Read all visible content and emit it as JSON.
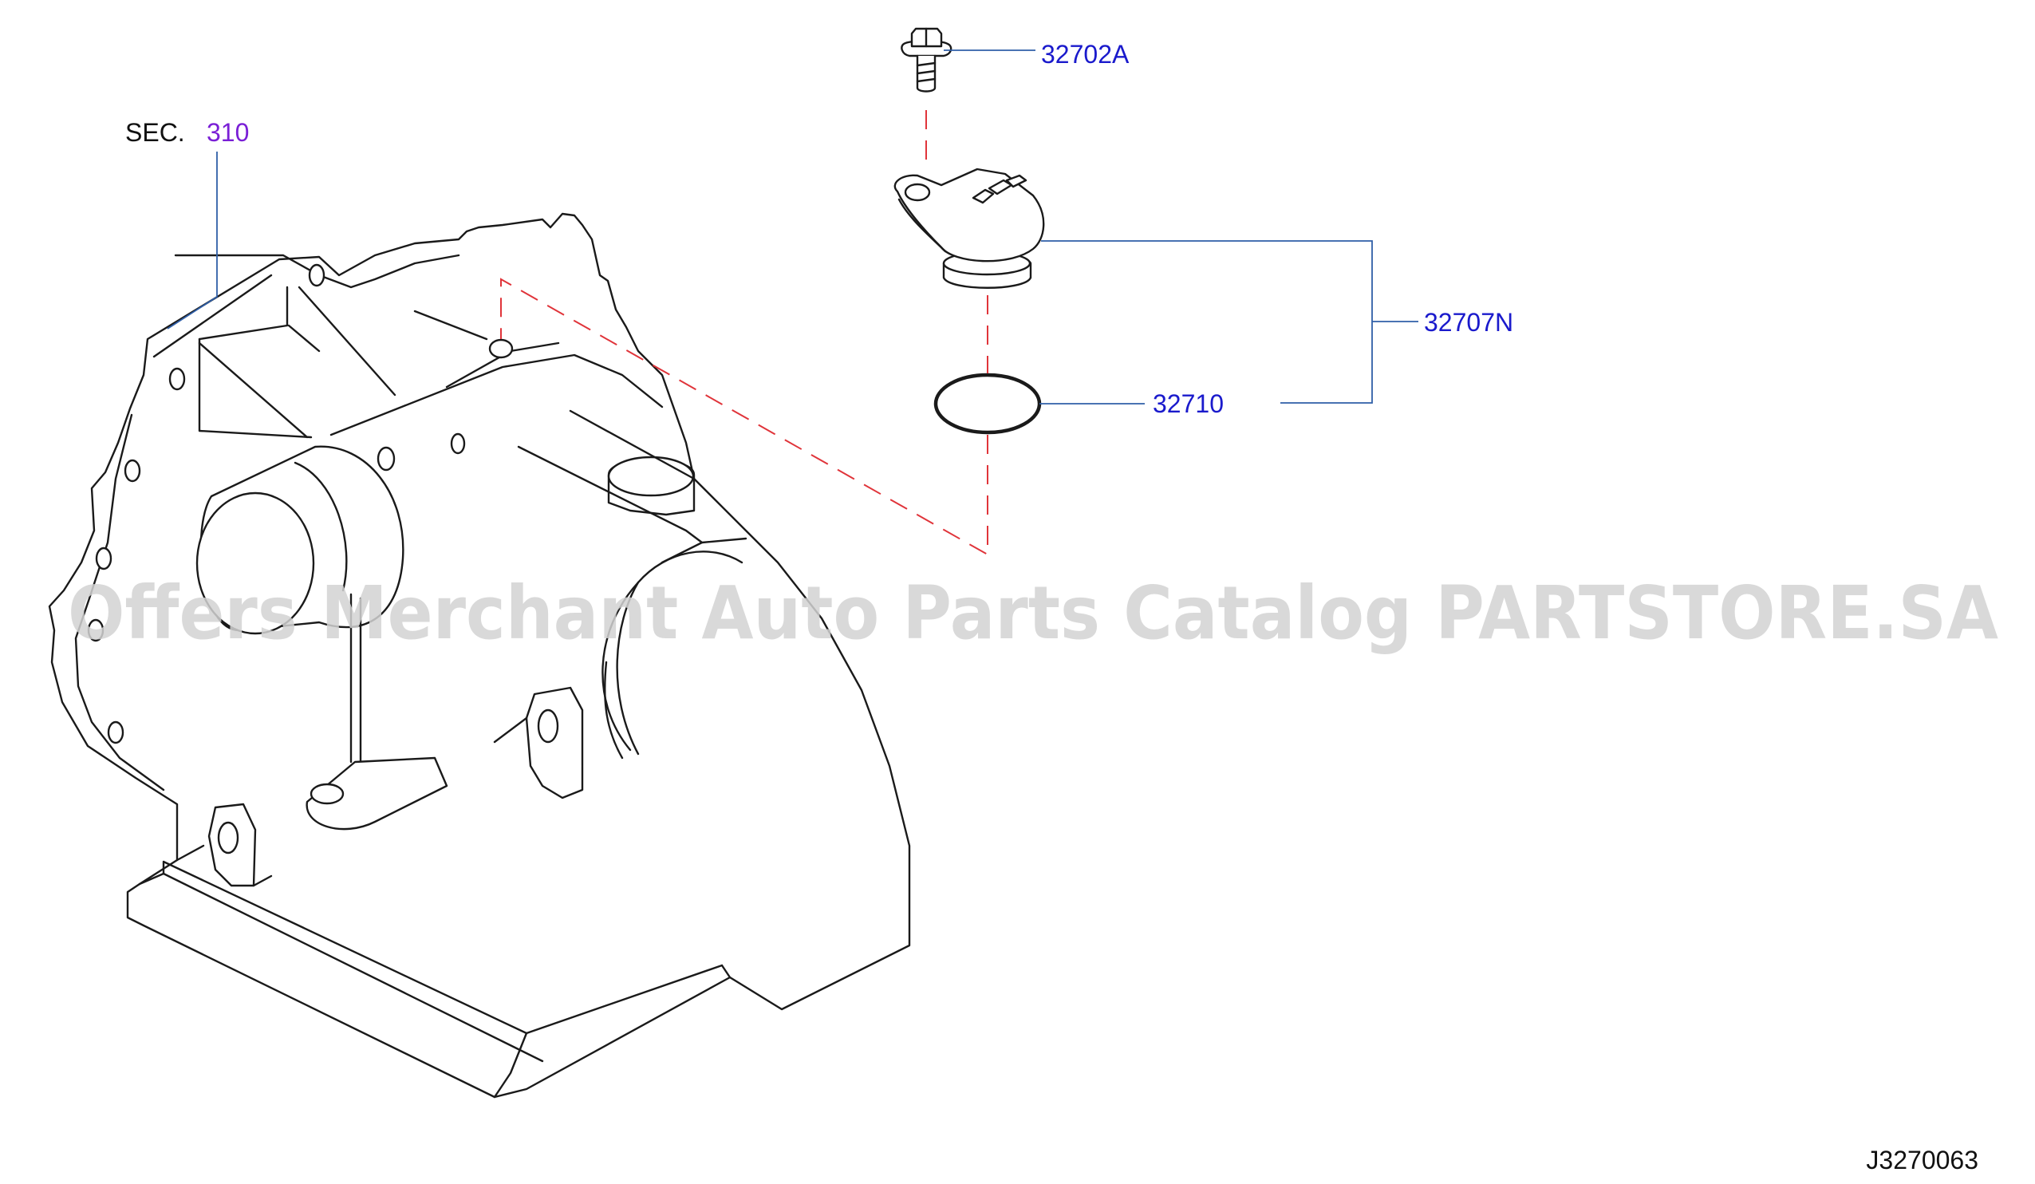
{
  "section_reference": {
    "prefix": "SEC.",
    "number": "310"
  },
  "parts": [
    {
      "id": "bolt",
      "part_number": "32702A"
    },
    {
      "id": "sensor",
      "part_number": "32707N"
    },
    {
      "id": "o-ring",
      "part_number": "32710"
    }
  ],
  "diagram_code": "J3270063",
  "watermark": "Offers Merchant Auto Parts Catalog PARTSTORE.SA",
  "colors": {
    "line_art": "#1a1a1a",
    "part_number_text": "#1a1acc",
    "leader_line": "#2f5fa8",
    "section_number_text": "#7a1fd6",
    "dashed_guide": "#e0343a",
    "watermark": "#d3d3d3"
  }
}
